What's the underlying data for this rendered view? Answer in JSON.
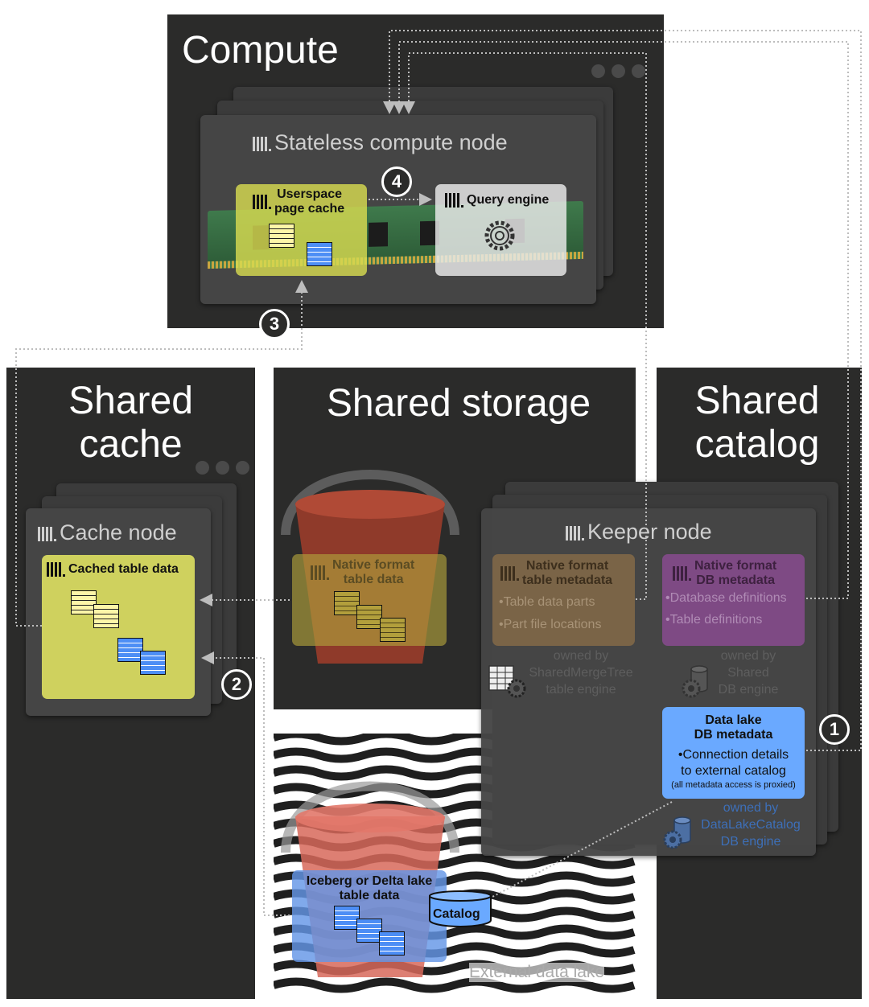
{
  "compute": {
    "title": "Compute"
  },
  "stateless_node": {
    "title": "Stateless compute node"
  },
  "page_cache": {
    "title_line1": "Userspace",
    "title_line2": "page cache"
  },
  "query_engine": {
    "title": "Query engine"
  },
  "steps": {
    "one": "1",
    "two": "2",
    "three": "3",
    "four": "4"
  },
  "shared_cache": {
    "title_line1": "Shared",
    "title_line2": "cache"
  },
  "cache_node": {
    "title": "Cache node",
    "cached_table_data": "Cached table data"
  },
  "shared_storage": {
    "title": "Shared storage",
    "native_table_data_line1": "Native format",
    "native_table_data_line2": "table data"
  },
  "shared_catalog": {
    "title_line1": "Shared",
    "title_line2": "catalog"
  },
  "keeper_node": {
    "title": "Keeper node",
    "table_metadata": {
      "title_line1": "Native format",
      "title_line2": "table metadata",
      "bullets": [
        "•Table data parts",
        "•Part file locations"
      ],
      "owned_by": [
        "owned by",
        "SharedMergeTree",
        "table engine"
      ]
    },
    "db_metadata": {
      "title_line1": "Native format",
      "title_line2": "DB metadata",
      "bullets": [
        "•Database definitions",
        "•Table definitions"
      ],
      "owned_by": [
        "owned by",
        "Shared",
        "DB engine"
      ]
    },
    "datalake_metadata": {
      "title_line1": "Data lake",
      "title_line2": "DB metadata",
      "bullet_line1": "•Connection details",
      "bullet_line2": "to external catalog",
      "note": "(all metadata access is proxied)",
      "owned_by": [
        "owned by",
        "DataLakeCatalog",
        "DB engine"
      ]
    }
  },
  "external_data_lake": {
    "label": "External data lake",
    "table_data_line1": "Iceberg or Delta lake",
    "table_data_line2": "table data",
    "catalog": "Catalog"
  },
  "colors": {
    "panel": "#2b2b2a",
    "card": "#454545",
    "yellow": "#cfd15e",
    "blue": "#6aa9ff",
    "bucket_red": "#a8412e",
    "orange_meta": "#7a6447",
    "purple_meta": "#7e4a84"
  }
}
